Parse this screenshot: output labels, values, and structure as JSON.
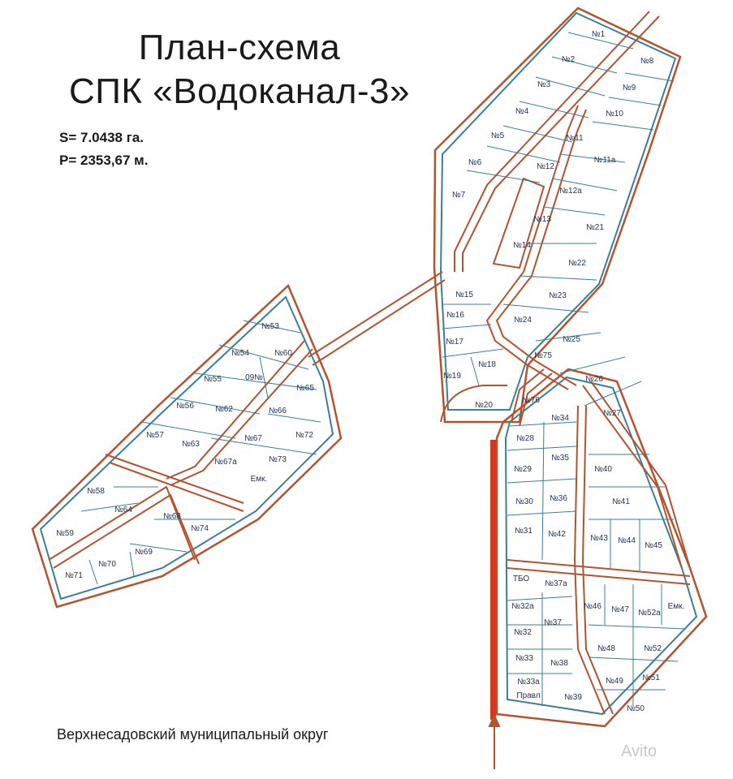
{
  "title_line1": "План-схема",
  "title_line2": "СПК «Водоканал-3»",
  "area": "S= 7.0438 га.",
  "perimeter": "P= 2353,67 м.",
  "footer": "Верхнесадовский муниципальный округ",
  "watermark": "Avito",
  "colors": {
    "road": "#b5522f",
    "plot_line": "#3a7f96",
    "main_road": "#d4391f",
    "text": "#1f3050"
  },
  "plots": [
    {
      "label": "№1"
    },
    {
      "label": "№2"
    },
    {
      "label": "№3"
    },
    {
      "label": "№4"
    },
    {
      "label": "№5"
    },
    {
      "label": "№6"
    },
    {
      "label": "№7"
    },
    {
      "label": "№8"
    },
    {
      "label": "№9"
    },
    {
      "label": "№10"
    },
    {
      "label": "№11"
    },
    {
      "label": "№11а"
    },
    {
      "label": "№12"
    },
    {
      "label": "№12а"
    },
    {
      "label": "№13"
    },
    {
      "label": "№14"
    },
    {
      "label": "№21"
    },
    {
      "label": "№22"
    },
    {
      "label": "№23"
    },
    {
      "label": "№24"
    },
    {
      "label": "№25"
    },
    {
      "label": "№75"
    },
    {
      "label": "№26"
    },
    {
      "label": "№27"
    },
    {
      "label": "№15"
    },
    {
      "label": "№16"
    },
    {
      "label": "№17"
    },
    {
      "label": "№18"
    },
    {
      "label": "№19"
    },
    {
      "label": "№20"
    },
    {
      "label": "№76"
    },
    {
      "label": "№34"
    },
    {
      "label": "№28"
    },
    {
      "label": "№35"
    },
    {
      "label": "№29"
    },
    {
      "label": "№30"
    },
    {
      "label": "№36"
    },
    {
      "label": "№31"
    },
    {
      "label": "№42"
    },
    {
      "label": "№40"
    },
    {
      "label": "№41"
    },
    {
      "label": "№43"
    },
    {
      "label": "№44"
    },
    {
      "label": "№45"
    },
    {
      "label": "ТБО"
    },
    {
      "label": "№37а"
    },
    {
      "label": "№32а"
    },
    {
      "label": "№37"
    },
    {
      "label": "№32"
    },
    {
      "label": "№33"
    },
    {
      "label": "№38"
    },
    {
      "label": "№33а"
    },
    {
      "label": "Правл"
    },
    {
      "label": "№39"
    },
    {
      "label": "№46"
    },
    {
      "label": "№47"
    },
    {
      "label": "№52а"
    },
    {
      "label": "Емк."
    },
    {
      "label": "№48"
    },
    {
      "label": "№52"
    },
    {
      "label": "№49"
    },
    {
      "label": "№51"
    },
    {
      "label": "№50"
    },
    {
      "label": "№53"
    },
    {
      "label": "№54"
    },
    {
      "label": "№60"
    },
    {
      "label": "№55"
    },
    {
      "label": "09№"
    },
    {
      "label": "№65"
    },
    {
      "label": "№56"
    },
    {
      "label": "№62"
    },
    {
      "label": "№66"
    },
    {
      "label": "№57"
    },
    {
      "label": "№63"
    },
    {
      "label": "№67"
    },
    {
      "label": "№72"
    },
    {
      "label": "№67а"
    },
    {
      "label": "№73"
    },
    {
      "label": "Емк."
    },
    {
      "label": "№58"
    },
    {
      "label": "№64"
    },
    {
      "label": "№68"
    },
    {
      "label": "№74"
    },
    {
      "label": "№59"
    },
    {
      "label": "№69"
    },
    {
      "label": "№70"
    },
    {
      "label": "№71"
    }
  ]
}
